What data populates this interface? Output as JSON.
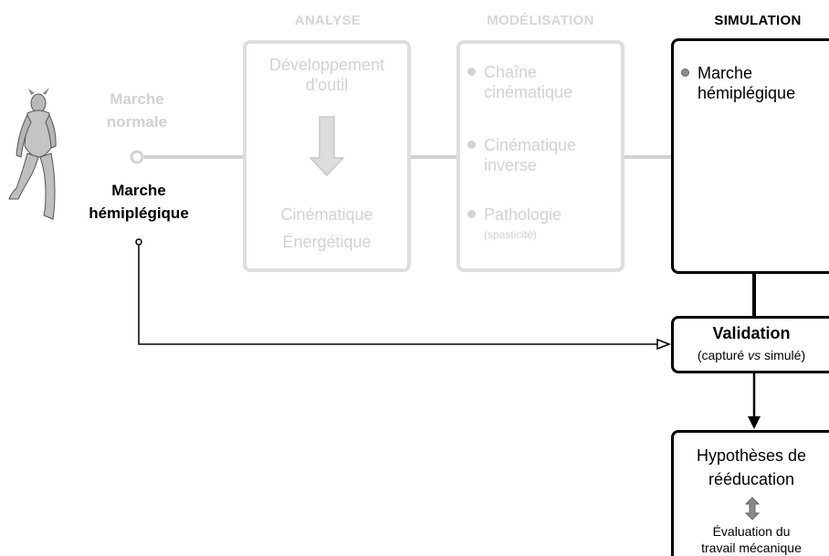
{
  "headers": {
    "analyse": "ANALYSE",
    "modelisation": "MODÉLISATION",
    "simulation": "SIMULATION"
  },
  "left": {
    "normal_line1": "Marche",
    "normal_line2": "normale",
    "hemi_line1": "Marche",
    "hemi_line2": "hémiplégique"
  },
  "analyse": {
    "dev_line1": "Développement",
    "dev_line2": "d'outil",
    "out_line1": "Cinématique",
    "out_line2": "Énergétique"
  },
  "modelisation": {
    "item1_line1": "Chaîne",
    "item1_line2": "cinématique",
    "item2_line1": "Cinématique",
    "item2_line2": "inverse",
    "item3_line1": "Pathologie",
    "item3_note": "(spasticité)"
  },
  "simulation": {
    "item_line1": "Marche",
    "item_line2": "hémiplégique"
  },
  "validation": {
    "title": "Validation",
    "sub_open": "(capturé ",
    "sub_vs": "vs",
    "sub_close": " simulé)"
  },
  "hypotheses": {
    "line1": "Hypothèses de",
    "line2": "rééducation",
    "eval_line1": "Évaluation du",
    "eval_line2": "travail mécanique"
  }
}
